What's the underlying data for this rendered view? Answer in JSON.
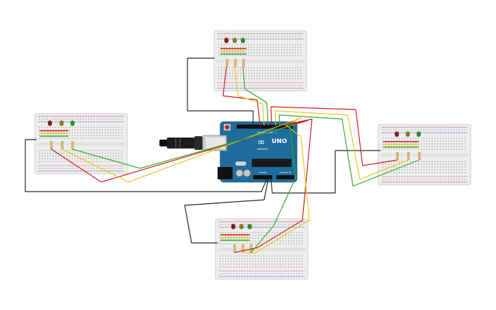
{
  "arduino": {
    "logo_text": "∞",
    "model_label": "UNO",
    "brand_label": "ARDUINO",
    "digital_label": "DIGITAL (PWM ~)",
    "analog_label": "ANALOG IN",
    "power_label": "POWER",
    "board_color": "#1f6c9e",
    "board_edge_color": "#15557e"
  },
  "breadboards": [
    {
      "id": "top",
      "leds": [
        "red",
        "yellow",
        "green"
      ]
    },
    {
      "id": "left",
      "leds": [
        "red",
        "yellow",
        "green"
      ]
    },
    {
      "id": "right",
      "leds": [
        "red",
        "yellow",
        "green"
      ]
    },
    {
      "id": "bottom",
      "leds": [
        "red",
        "yellow",
        "green"
      ]
    }
  ],
  "colors": {
    "led_red": "#8b1a1a",
    "led_yellow": "#8a7a2a",
    "led_green": "#2f8f2f",
    "wire_red": "#d01818",
    "wire_yellow": "#e3c81b",
    "wire_green": "#2faa2a",
    "wire_black": "#222222",
    "breadboard": "#eeeeee",
    "rail_red": "#e05a5a",
    "rail_blue": "#5a7ae0"
  }
}
